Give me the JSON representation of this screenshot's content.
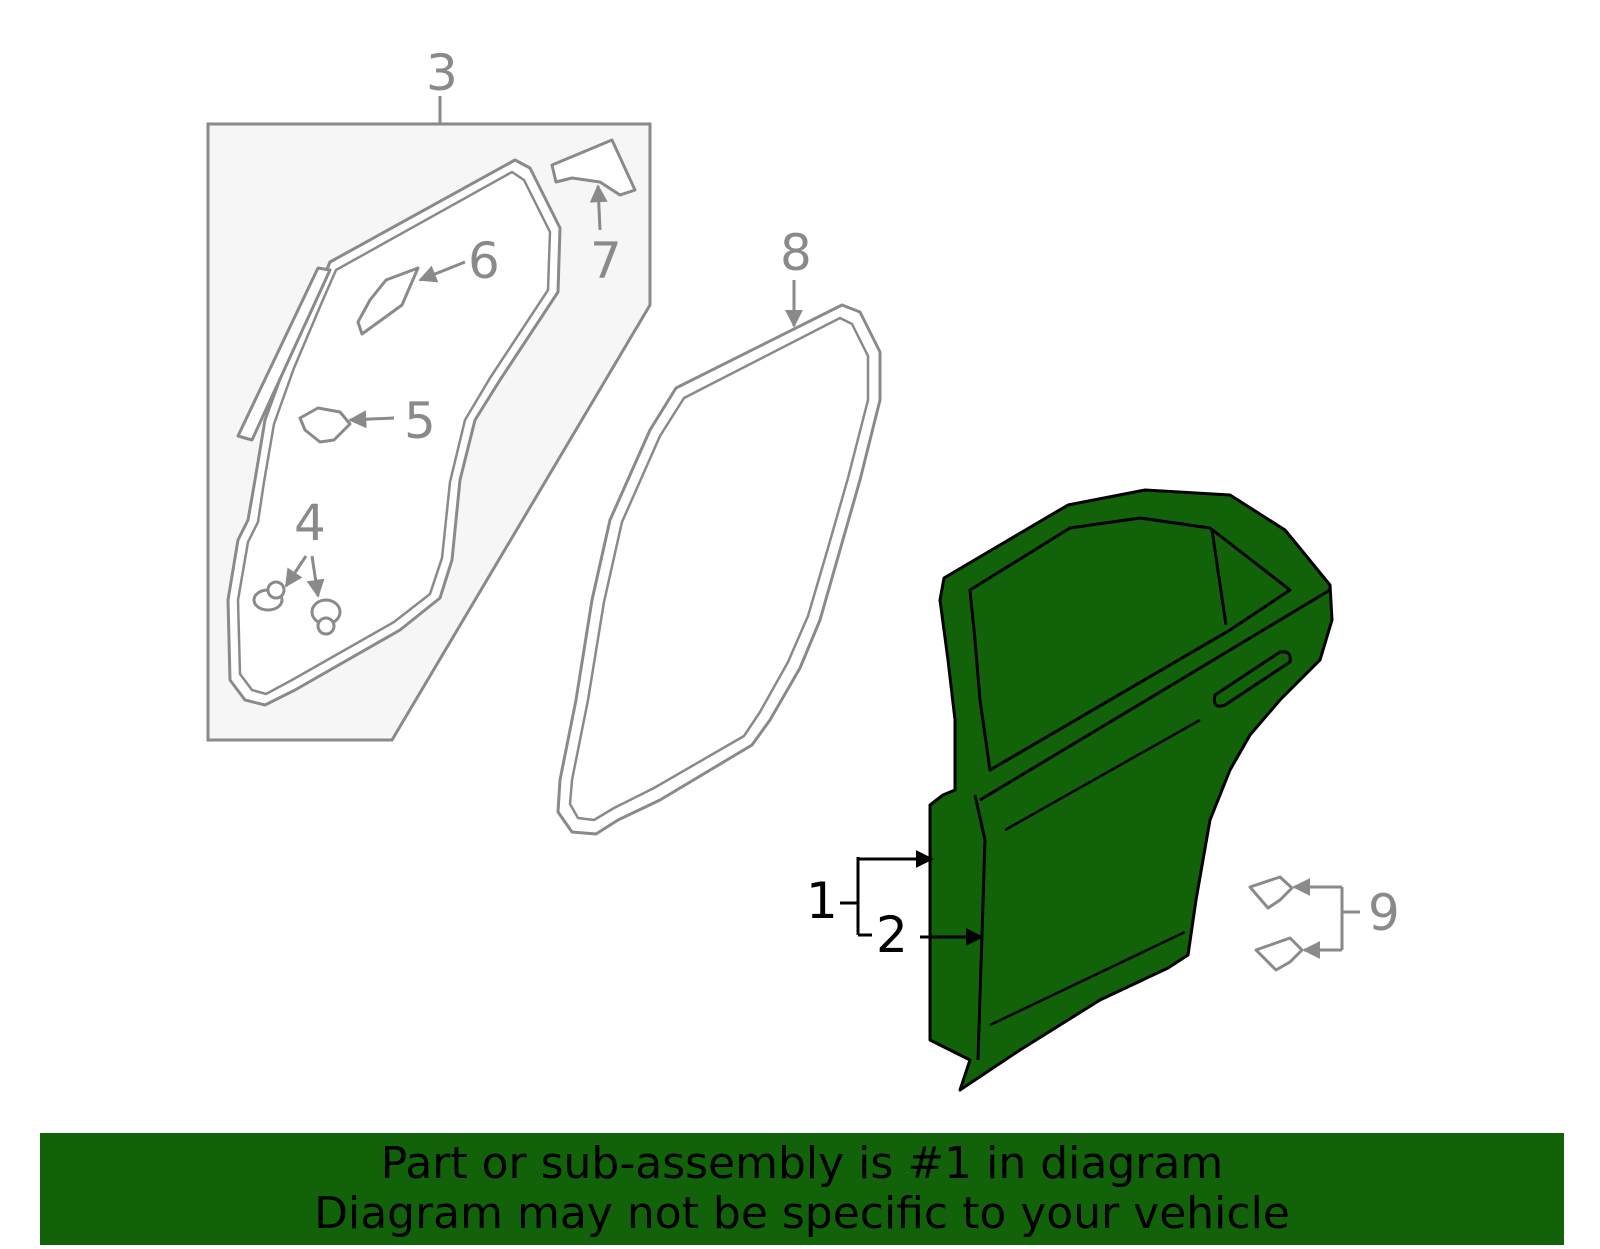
{
  "diagram": {
    "callouts": {
      "c1": "1",
      "c2": "2",
      "c3": "3",
      "c4": "4",
      "c5": "5",
      "c6": "6",
      "c7": "7",
      "c8": "8",
      "c9": "9"
    },
    "colors": {
      "highlight_part": "#116208",
      "line_grey": "#8a8a8a",
      "box_fill": "#f6f6f6",
      "banner_bg": "#116208"
    },
    "icons": [
      "door-shell",
      "door-weatherstrip",
      "body-weatherstrip",
      "clip",
      "retainer",
      "bracket",
      "hinge"
    ]
  },
  "banner": {
    "line1": "Part or sub-assembly is #1 in diagram",
    "line2": "Diagram may not be specific to your vehicle"
  }
}
